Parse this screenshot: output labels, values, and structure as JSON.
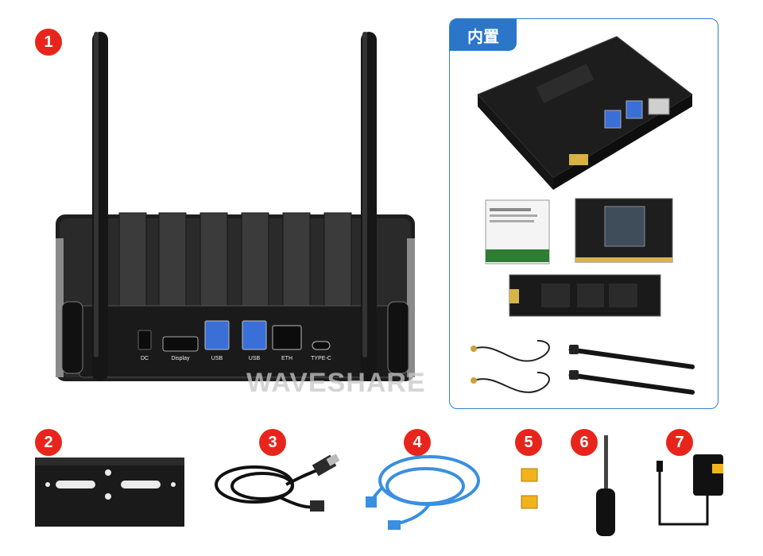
{
  "badges": [
    "1",
    "2",
    "3",
    "4",
    "5",
    "6",
    "7"
  ],
  "panel": {
    "title": "内置"
  },
  "ports": {
    "dc": "DC",
    "display": "Display",
    "usb1": "USB",
    "usb2": "USB",
    "eth": "ETH",
    "typec": "TYPE-C"
  },
  "watermark": "WAVESHARE",
  "colors": {
    "badge": "#e8251c",
    "panel_border": "#2f7fd0",
    "panel_tab": "#2c76c9",
    "cable_blue": "#3a8fe0",
    "connector_yellow": "#f2b21b"
  }
}
